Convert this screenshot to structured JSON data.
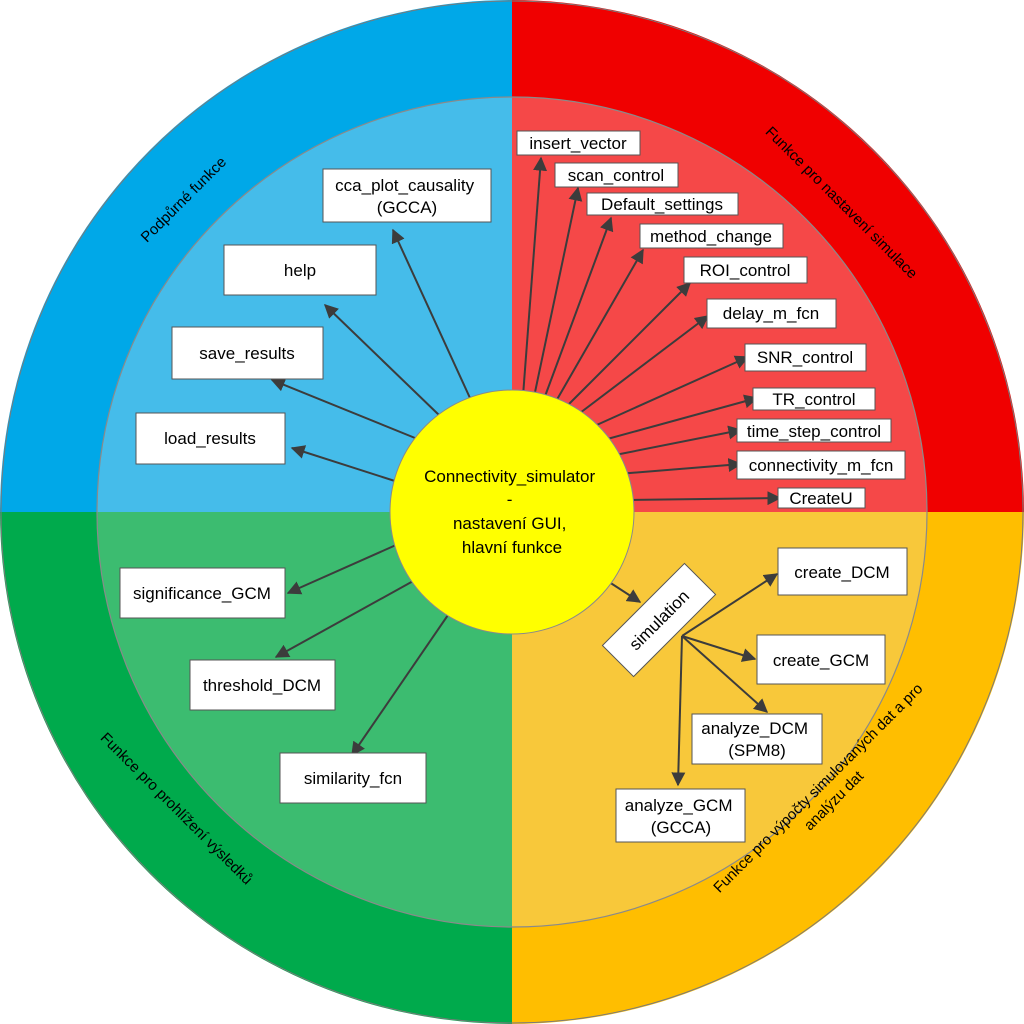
{
  "colors": {
    "blue_outer": "#00A8E8",
    "blue_inner": "#45BCEA",
    "red_outer": "#F00000",
    "red_inner": "#F54848",
    "green_outer": "#00AA4C",
    "green_inner": "#3CBC70",
    "orange_outer": "#FFBE00",
    "orange_inner": "#F8C83A",
    "center": "#FFFF00"
  },
  "center": {
    "line1": "Connectivity_simulator",
    "line2": "-",
    "line3": "nastavení GUI,",
    "line4": "hlavní funkce"
  },
  "quadrants": {
    "top_left": "Podpůrné funkce",
    "top_right": "Funkce pro nastavení simulace",
    "bottom_left": "Funkce pro prohlížení výsledků",
    "bottom_right_line1": "Funkce pro výpočty simulovaných dat a pro",
    "bottom_right_line2": "analýzu dat"
  },
  "support_nodes": {
    "cca_plot_line1": "cca_plot_causality",
    "cca_plot_line2": "(GCCA)",
    "help": "help",
    "save_results": "save_results",
    "load_results": "load_results"
  },
  "settings_nodes": [
    "insert_vector",
    "scan_control",
    "Default_settings",
    "method_change",
    "ROI_control",
    "delay_m_fcn",
    "SNR_control",
    "TR_control",
    "time_step_control",
    "connectivity_m_fcn",
    "CreateU"
  ],
  "results_nodes": {
    "significance_gcm": "significance_GCM",
    "threshold_dcm": "threshold_DCM",
    "similarity_fcn": "similarity_fcn"
  },
  "compute_nodes": {
    "simulation": "simulation",
    "create_dcm": "create_DCM",
    "create_gcm": "create_GCM",
    "analyze_dcm_line1": "analyze_DCM",
    "analyze_dcm_line2": "(SPM8)",
    "analyze_gcm_line1": "analyze_GCM",
    "analyze_gcm_line2": "(GCCA)"
  }
}
